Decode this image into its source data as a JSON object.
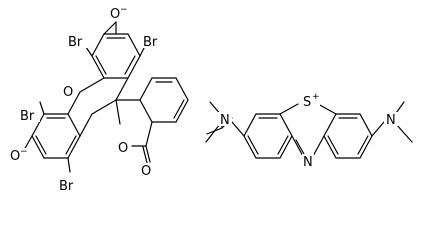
{
  "molecule_left": {
    "labels": {
      "o_top": "O",
      "o_top_charge": "−",
      "br_top_left": "Br",
      "br_top_right": "Br",
      "o_ring": "O",
      "br_mid_left": "Br",
      "o_bottom": "O",
      "o_bottom_charge": "−",
      "br_bottom": "Br",
      "o_lactone": "O",
      "o_carbonyl": "O"
    }
  },
  "molecule_right": {
    "labels": {
      "n_left": "N",
      "s_center": "S",
      "s_charge": "+",
      "n_right": "N",
      "n_ring": "N"
    }
  }
}
